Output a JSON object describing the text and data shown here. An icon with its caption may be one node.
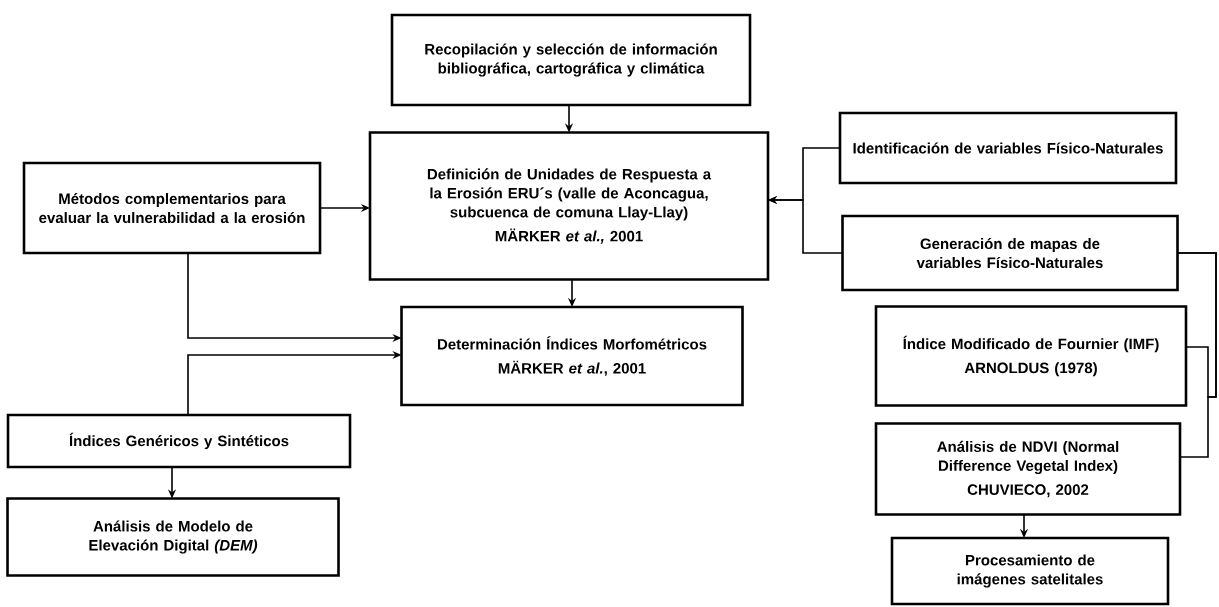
{
  "diagram": {
    "nodes": [
      {
        "text": [
          "Recopilación y  selección de información bibliográfica, cartográfica y climática"
        ]
      },
      {
        "text": [
          "Definición de Unidades de Respuesta a la Erosión ERU´s (valle de Aconcagua, subcuenca de comuna Llay-Llay)",
          "MÄRKER *et al.,*  2001"
        ]
      },
      {
        "text": [
          "Métodos complementarios para evaluar la vulnerabilidad a la erosión"
        ]
      },
      {
        "text": [
          "Identificación de variables Físico-Naturales"
        ]
      },
      {
        "text": [
          "Generación de mapas de variables Físico-Naturales"
        ]
      },
      {
        "text": [
          "Determinación Índices Morfométricos",
          "MÄRKER *et al.*, 2001"
        ]
      },
      {
        "text": [
          "Índices Genéricos y Sintéticos"
        ]
      },
      {
        "text": [
          "Análisis de Modelo de Elevación Digital  *(DEM)*"
        ]
      },
      {
        "text": [
          "Índice Modificado de Fournier (IMF)",
          "ARNOLDUS (1978)"
        ]
      },
      {
        "text": [
          "Análisis de NDVI (Normal Difference Vegetal Index)",
          "CHUVIECO, 2002"
        ]
      },
      {
        "text": [
          "Procesamiento de imágenes satelitales"
        ]
      }
    ],
    "edges": [
      {
        "from": 0,
        "to": 1,
        "arrow": "to"
      },
      {
        "from": 2,
        "to": 1,
        "arrow": "to"
      },
      {
        "from": 3,
        "to": 1,
        "arrow": "to"
      },
      {
        "from": 4,
        "to": 1,
        "arrow": "to"
      },
      {
        "from": 1,
        "to": 5,
        "arrow": "to"
      },
      {
        "from": 2,
        "to": 5,
        "arrow": "to"
      },
      {
        "from": 6,
        "to": 5,
        "arrow": "to"
      },
      {
        "from": 6,
        "to": 7,
        "arrow": "to"
      },
      {
        "from": 9,
        "to": 10,
        "arrow": "to"
      },
      {
        "from": 8,
        "to": 4,
        "arrow": "none"
      },
      {
        "from": 9,
        "to": 4,
        "arrow": "none"
      }
    ]
  }
}
